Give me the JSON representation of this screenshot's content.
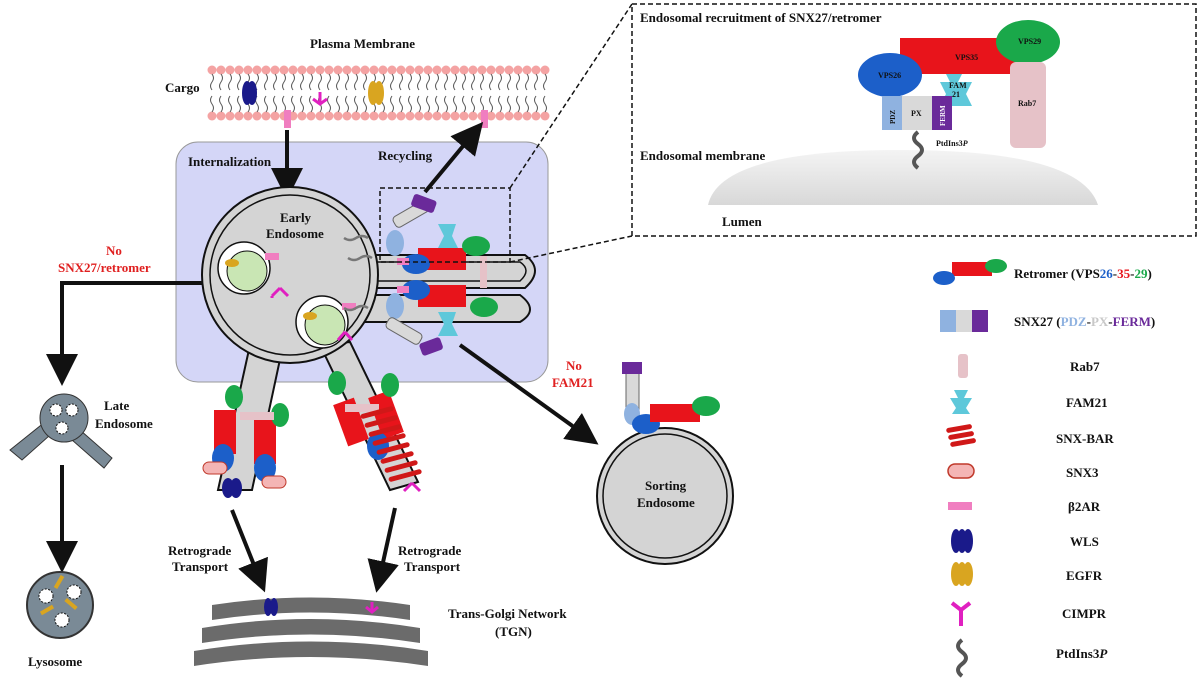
{
  "labels": {
    "plasma_membrane": "Plasma Membrane",
    "cargo": "Cargo",
    "internalization": "Internalization",
    "recycling": "Recycling",
    "early_endosome_1": "Early",
    "early_endosome_2": "Endosome",
    "no_snx27_1": "No",
    "no_snx27_2": "SNX27/retromer",
    "late_endosome_1": "Late",
    "late_endosome_2": "Endosome",
    "lysosome": "Lysosome",
    "retrograde_left_1": "Retrograde",
    "retrograde_left_2": "Transport",
    "retrograde_right_1": "Retrograde",
    "retrograde_right_2": "Transport",
    "tgn_1": "Trans-Golgi Network",
    "tgn_2": "(TGN)",
    "no_fam21_1": "No",
    "no_fam21_2": "FAM21",
    "sorting_endosome_1": "Sorting",
    "sorting_endosome_2": "Endosome"
  },
  "inset": {
    "title": "Endosomal recruitment of SNX27/retromer",
    "vps26": "VPS26",
    "vps35": "VPS35",
    "vps29": "VPS29",
    "fam21_1": "FAM",
    "fam21_2": "21",
    "rab7": "Rab7",
    "pdz": "PDZ",
    "px": "PX",
    "ferm": "FERM",
    "ptdins": "PtdIns3",
    "ptdins_italic": "P",
    "membrane": "Endosomal membrane",
    "lumen": "Lumen"
  },
  "legend": {
    "retromer_prefix": "Retromer (VPS",
    "retromer_26": "26",
    "retromer_35": "35",
    "retromer_29": "29",
    "retromer_dash": "-",
    "retromer_suffix": ")",
    "snx27_prefix": "SNX27 (",
    "snx27_pdz": "PDZ",
    "snx27_px": "PX",
    "snx27_ferm": "FERM",
    "snx27_dash": "-",
    "snx27_suffix": ")",
    "rab7": "Rab7",
    "fam21": "FAM21",
    "snxbar": "SNX-BAR",
    "snx3": "SNX3",
    "b2ar": "β2AR",
    "wls": "WLS",
    "egfr": "EGFR",
    "cimpr": "CIMPR",
    "ptdins": "PtdIns3",
    "ptdins_italic": "P"
  },
  "colors": {
    "retromer_red": "#e8141b",
    "vps26_blue": "#1c5fc9",
    "vps29_green": "#1aa84a",
    "pdz_blue": "#8fb2e0",
    "px_grey": "#d9d9d9",
    "ferm_purple": "#6a2a9a",
    "rab7_pink": "#e6c2c8",
    "fam21_cyan": "#5ec8da",
    "b2ar_pink": "#f07ec0",
    "wls_navy": "#1a1a8a",
    "egfr_gold": "#d9a520",
    "cimpr_magenta": "#e020c0",
    "text_red": "#e02020",
    "cell_lavender": "#d4d6f7",
    "endosome_grey": "#d4d4d4"
  }
}
